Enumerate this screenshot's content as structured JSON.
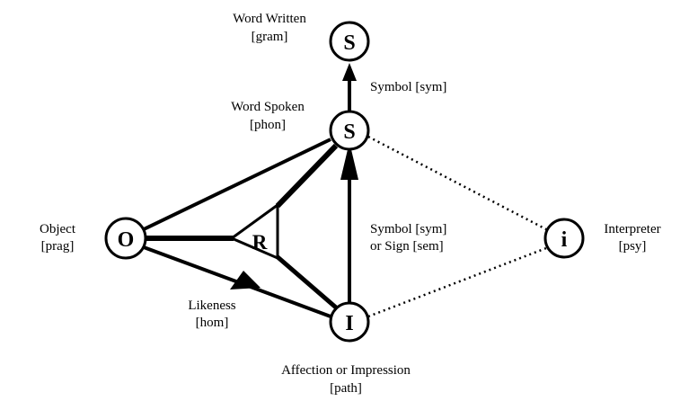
{
  "nodes": {
    "word_written": {
      "letter": "S",
      "label1": "Word Written",
      "label2": "[gram]"
    },
    "word_spoken": {
      "letter": "S",
      "label1": "Word Spoken",
      "label2": "[phon]"
    },
    "object": {
      "letter": "O",
      "label1": "Object",
      "label2": "[prag]"
    },
    "interpreter": {
      "letter": "i",
      "label1": "Interpreter",
      "label2": "[psy]"
    },
    "impression": {
      "letter": "I",
      "label1": "Affection or Impression",
      "label2": "[path]"
    },
    "reference": {
      "letter": "R"
    }
  },
  "edges": {
    "symbol_top": "Symbol [sym]",
    "symbol_sign_1": "Symbol [sym]",
    "symbol_sign_2": "or  Sign [sem]",
    "likeness_1": "Likeness",
    "likeness_2": "[hom]"
  }
}
